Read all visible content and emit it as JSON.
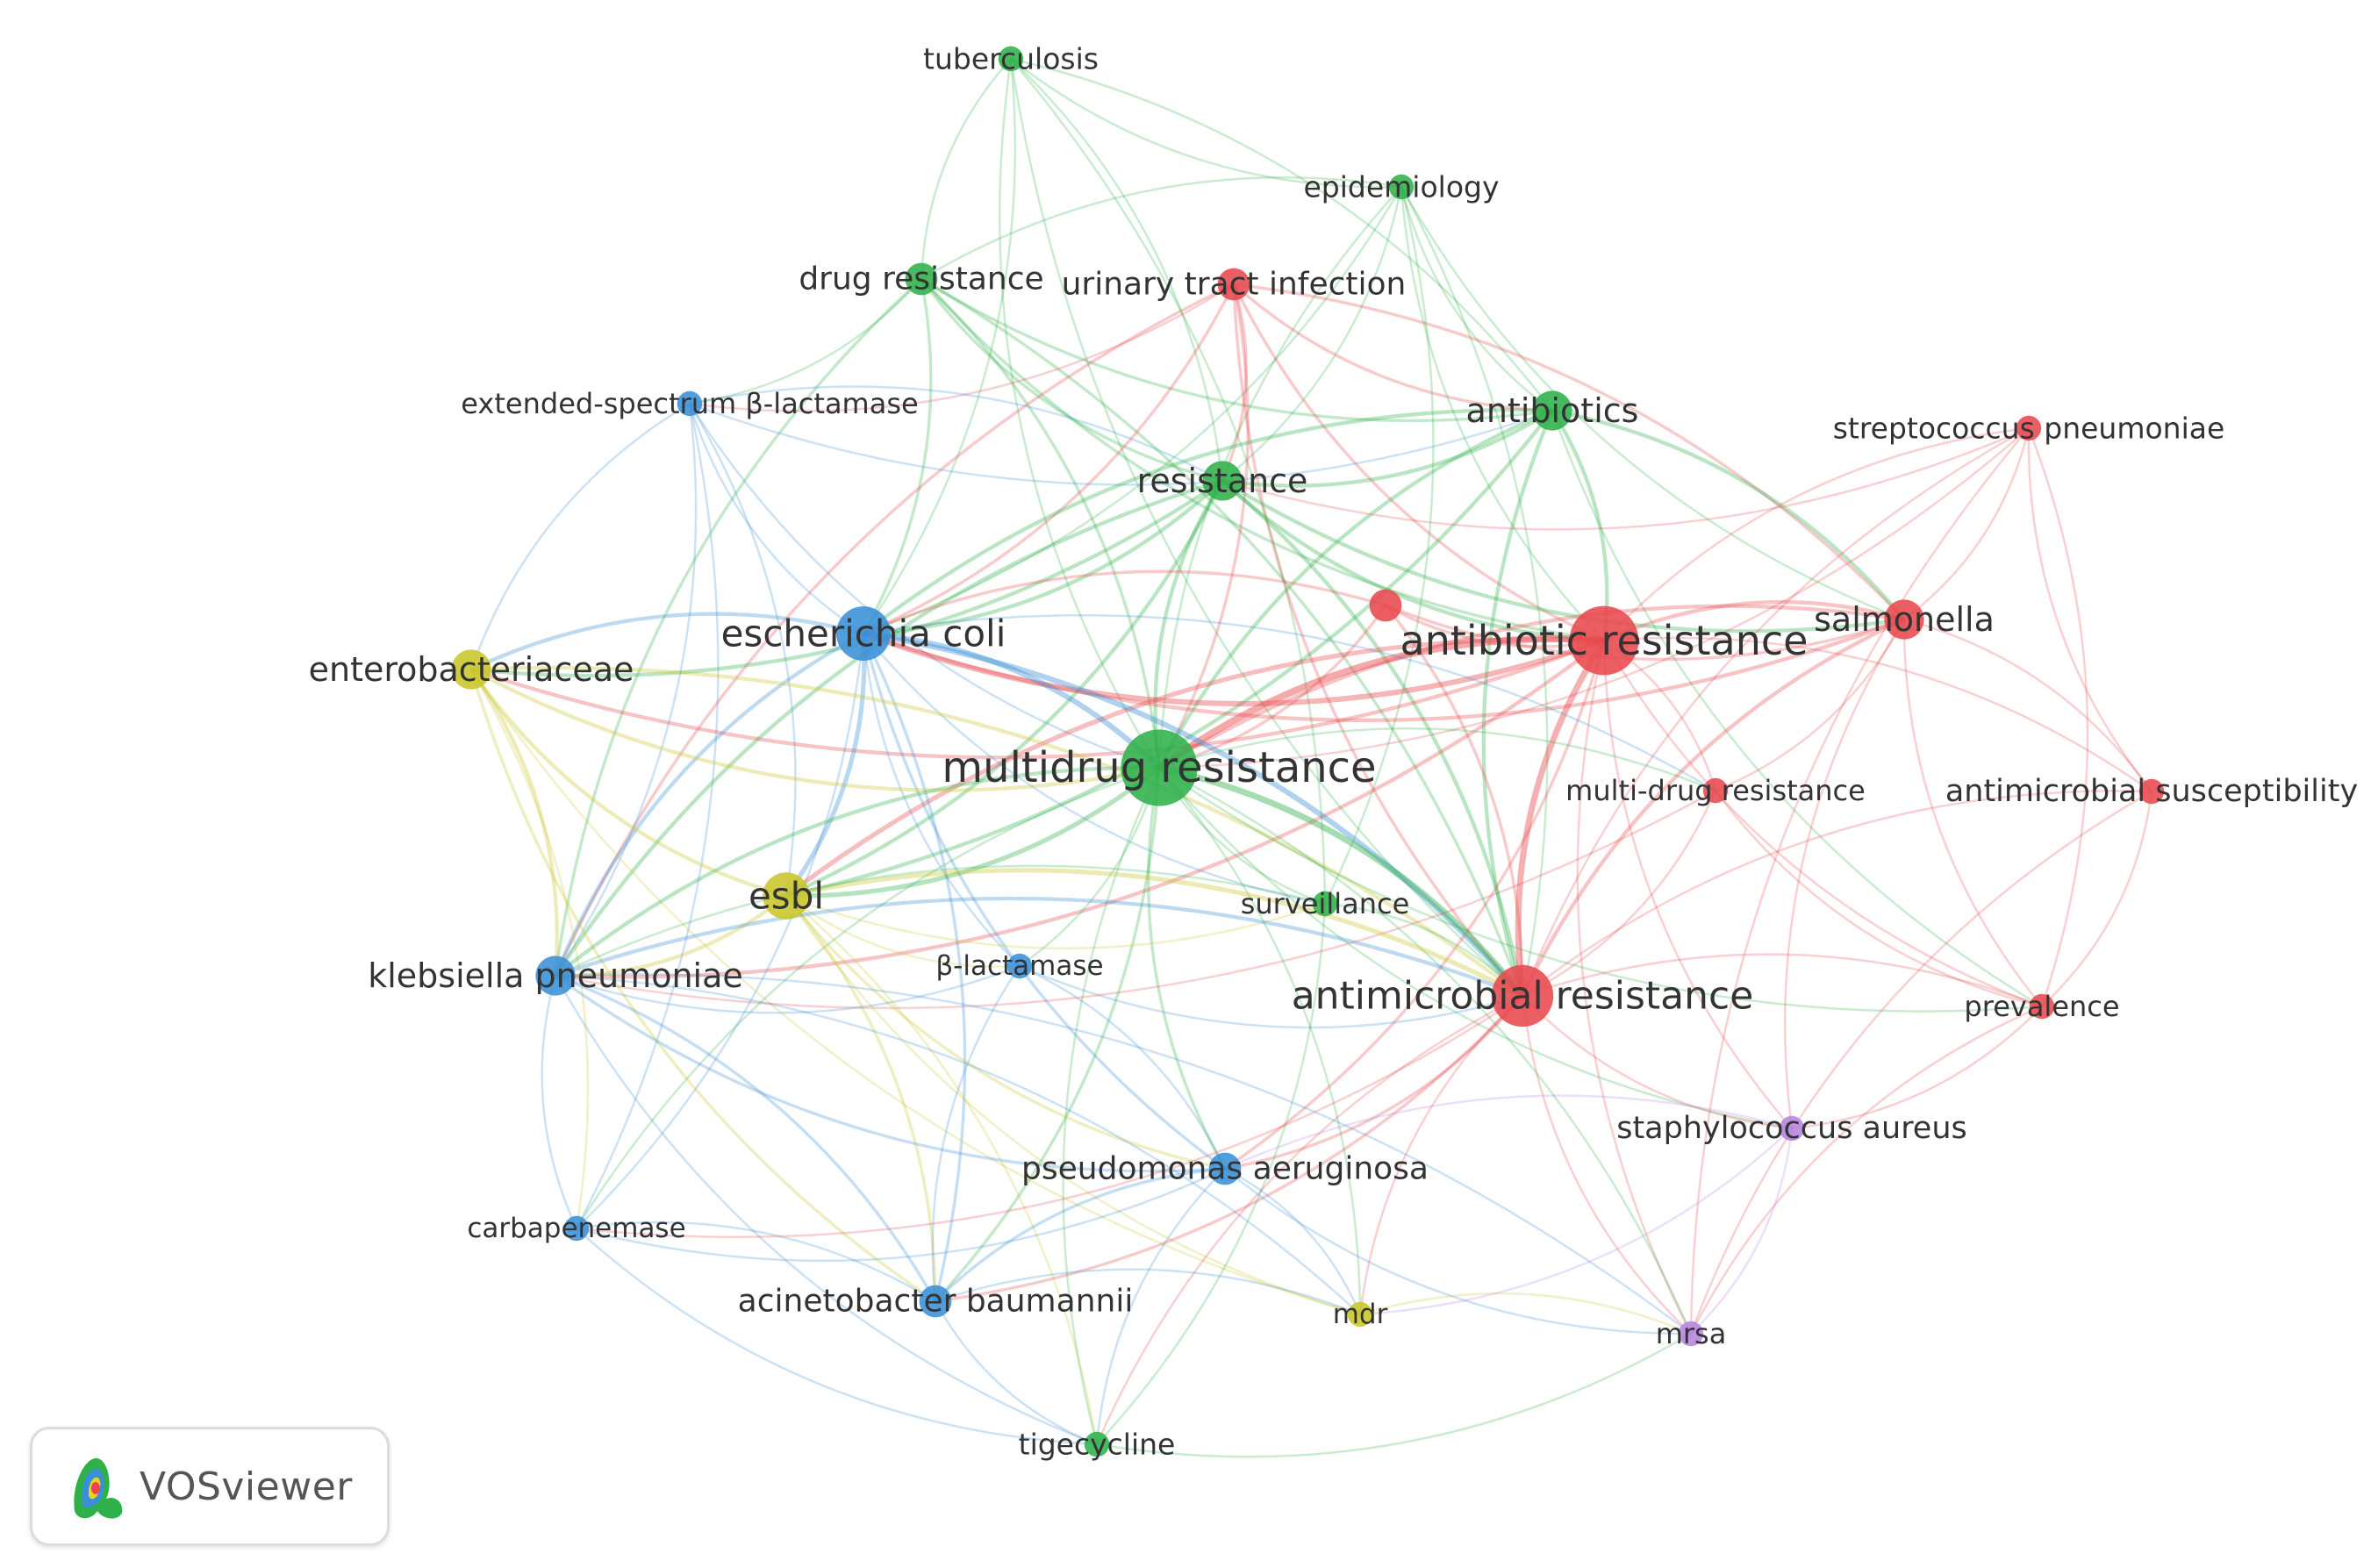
{
  "brand": {
    "name": "VOSviewer"
  },
  "clusters": {
    "red": "#e8484d",
    "green": "#2fb14a",
    "blue": "#3a8fd6",
    "yellow": "#c9c62a",
    "purple": "#b684e0"
  },
  "nodes": [
    {
      "id": "tuberculosis",
      "label": "tuberculosis",
      "cluster": "green",
      "weight": 1
    },
    {
      "id": "epidemiology",
      "label": "epidemiology",
      "cluster": "green",
      "weight": 1
    },
    {
      "id": "drug_resistance",
      "label": "drug resistance",
      "cluster": "green",
      "weight": 2
    },
    {
      "id": "uti",
      "label": "urinary tract infection",
      "cluster": "red",
      "weight": 2
    },
    {
      "id": "esbl_full",
      "label": "extended-spectrum β-lactamase",
      "cluster": "blue",
      "weight": 1
    },
    {
      "id": "antibiotics",
      "label": "antibiotics",
      "cluster": "green",
      "weight": 3
    },
    {
      "id": "strep",
      "label": "streptococcus pneumoniae",
      "cluster": "red",
      "weight": 1
    },
    {
      "id": "resistance",
      "label": "resistance",
      "cluster": "green",
      "weight": 3
    },
    {
      "id": "unlabeled_red",
      "label": "",
      "cluster": "red",
      "weight": 2
    },
    {
      "id": "antibiotic_resistance",
      "label": "antibiotic resistance",
      "cluster": "red",
      "weight": 7
    },
    {
      "id": "salmonella",
      "label": "salmonella",
      "cluster": "red",
      "weight": 3
    },
    {
      "id": "ecoli",
      "label": "escherichia coli",
      "cluster": "blue",
      "weight": 5
    },
    {
      "id": "enterobacteriaceae",
      "label": "enterobacteriaceae",
      "cluster": "yellow",
      "weight": 3
    },
    {
      "id": "mdr_main",
      "label": "multidrug resistance",
      "cluster": "green",
      "weight": 8
    },
    {
      "id": "multi_drug",
      "label": "multi-drug resistance",
      "cluster": "red",
      "weight": 1
    },
    {
      "id": "antimicrobial_susc",
      "label": "antimicrobial susceptibility",
      "cluster": "red",
      "weight": 1
    },
    {
      "id": "esbl",
      "label": "esbl",
      "cluster": "yellow",
      "weight": 4
    },
    {
      "id": "surveillance",
      "label": "surveillance",
      "cluster": "green",
      "weight": 1
    },
    {
      "id": "klebsiella",
      "label": "klebsiella pneumoniae",
      "cluster": "blue",
      "weight": 3
    },
    {
      "id": "blactamase",
      "label": "β-lactamase",
      "cluster": "blue",
      "weight": 1
    },
    {
      "id": "amr",
      "label": "antimicrobial resistance",
      "cluster": "red",
      "weight": 6
    },
    {
      "id": "prevalence",
      "label": "prevalence",
      "cluster": "red",
      "weight": 1
    },
    {
      "id": "saureus",
      "label": "staphylococcus aureus",
      "cluster": "purple",
      "weight": 1
    },
    {
      "id": "pseudomonas",
      "label": "pseudomonas aeruginosa",
      "cluster": "blue",
      "weight": 2
    },
    {
      "id": "carbapenemase",
      "label": "carbapenemase",
      "cluster": "blue",
      "weight": 1
    },
    {
      "id": "acinetobacter",
      "label": "acinetobacter baumannii",
      "cluster": "blue",
      "weight": 2
    },
    {
      "id": "mdr",
      "label": "mdr",
      "cluster": "yellow",
      "weight": 1
    },
    {
      "id": "mrsa",
      "label": "mrsa",
      "cluster": "purple",
      "weight": 1
    },
    {
      "id": "tigecycline",
      "label": "tigecycline",
      "cluster": "green",
      "weight": 1
    }
  ],
  "links": [
    [
      "tuberculosis",
      "drug_resistance"
    ],
    [
      "tuberculosis",
      "resistance"
    ],
    [
      "tuberculosis",
      "mdr_main"
    ],
    [
      "tuberculosis",
      "antibiotics"
    ],
    [
      "tuberculosis",
      "epidemiology"
    ],
    [
      "tuberculosis",
      "surveillance"
    ],
    [
      "tuberculosis",
      "amr"
    ],
    [
      "tuberculosis",
      "ecoli"
    ],
    [
      "epidemiology",
      "antibiotics"
    ],
    [
      "epidemiology",
      "resistance"
    ],
    [
      "epidemiology",
      "mdr_main"
    ],
    [
      "epidemiology",
      "amr"
    ],
    [
      "epidemiology",
      "antibiotic_resistance"
    ],
    [
      "epidemiology",
      "surveillance"
    ],
    [
      "epidemiology",
      "salmonella"
    ],
    [
      "epidemiology",
      "ecoli"
    ],
    [
      "epidemiology",
      "drug_resistance"
    ],
    [
      "drug_resistance",
      "ecoli"
    ],
    [
      "drug_resistance",
      "resistance"
    ],
    [
      "drug_resistance",
      "mdr_main"
    ],
    [
      "drug_resistance",
      "antibiotics"
    ],
    [
      "drug_resistance",
      "esbl_full"
    ],
    [
      "drug_resistance",
      "klebsiella"
    ],
    [
      "drug_resistance",
      "amr"
    ],
    [
      "drug_resistance",
      "antibiotic_resistance"
    ],
    [
      "uti",
      "ecoli"
    ],
    [
      "uti",
      "antibiotic_resistance"
    ],
    [
      "uti",
      "mdr_main"
    ],
    [
      "uti",
      "amr"
    ],
    [
      "uti",
      "resistance"
    ],
    [
      "uti",
      "antibiotics"
    ],
    [
      "uti",
      "esbl_full"
    ],
    [
      "uti",
      "klebsiella"
    ],
    [
      "uti",
      "salmonella"
    ],
    [
      "esbl_full",
      "ecoli"
    ],
    [
      "esbl_full",
      "klebsiella"
    ],
    [
      "esbl_full",
      "enterobacteriaceae"
    ],
    [
      "esbl_full",
      "esbl"
    ],
    [
      "esbl_full",
      "mdr_main"
    ],
    [
      "esbl_full",
      "resistance"
    ],
    [
      "esbl_full",
      "antibiotics"
    ],
    [
      "esbl_full",
      "carbapenemase"
    ],
    [
      "antibiotics",
      "mdr_main"
    ],
    [
      "antibiotics",
      "antibiotic_resistance"
    ],
    [
      "antibiotics",
      "amr"
    ],
    [
      "antibiotics",
      "resistance"
    ],
    [
      "antibiotics",
      "ecoli"
    ],
    [
      "antibiotics",
      "salmonella"
    ],
    [
      "antibiotics",
      "prevalence"
    ],
    [
      "antibiotics",
      "esbl"
    ],
    [
      "strep",
      "antibiotic_resistance"
    ],
    [
      "strep",
      "salmonella"
    ],
    [
      "strep",
      "amr"
    ],
    [
      "strep",
      "prevalence"
    ],
    [
      "strep",
      "antimicrobial_susc"
    ],
    [
      "strep",
      "mdr_main"
    ],
    [
      "strep",
      "mrsa"
    ],
    [
      "strep",
      "resistance"
    ],
    [
      "resistance",
      "mdr_main"
    ],
    [
      "resistance",
      "ecoli"
    ],
    [
      "resistance",
      "antibiotic_resistance"
    ],
    [
      "resistance",
      "amr"
    ],
    [
      "resistance",
      "klebsiella"
    ],
    [
      "resistance",
      "esbl"
    ],
    [
      "resistance",
      "salmonella"
    ],
    [
      "resistance",
      "enterobacteriaceae"
    ],
    [
      "unlabeled_red",
      "antibiotic_resistance"
    ],
    [
      "unlabeled_red",
      "mdr_main"
    ],
    [
      "unlabeled_red",
      "ecoli"
    ],
    [
      "unlabeled_red",
      "amr"
    ],
    [
      "unlabeled_red",
      "salmonella"
    ],
    [
      "antibiotic_resistance",
      "salmonella"
    ],
    [
      "antibiotic_resistance",
      "mdr_main"
    ],
    [
      "antibiotic_resistance",
      "ecoli"
    ],
    [
      "antibiotic_resistance",
      "amr"
    ],
    [
      "antibiotic_resistance",
      "multi_drug"
    ],
    [
      "antibiotic_resistance",
      "prevalence"
    ],
    [
      "antibiotic_resistance",
      "antimicrobial_susc"
    ],
    [
      "antibiotic_resistance",
      "saureus"
    ],
    [
      "antibiotic_resistance",
      "klebsiella"
    ],
    [
      "antibiotic_resistance",
      "esbl"
    ],
    [
      "antibiotic_resistance",
      "pseudomonas"
    ],
    [
      "antibiotic_resistance",
      "mrsa"
    ],
    [
      "antibiotic_resistance",
      "enterobacteriaceae"
    ],
    [
      "salmonella",
      "amr"
    ],
    [
      "salmonella",
      "multi_drug"
    ],
    [
      "salmonella",
      "prevalence"
    ],
    [
      "salmonella",
      "antimicrobial_susc"
    ],
    [
      "salmonella",
      "mdr_main"
    ],
    [
      "salmonella",
      "ecoli"
    ],
    [
      "salmonella",
      "saureus"
    ],
    [
      "ecoli",
      "mdr_main"
    ],
    [
      "ecoli",
      "klebsiella"
    ],
    [
      "ecoli",
      "esbl"
    ],
    [
      "ecoli",
      "enterobacteriaceae"
    ],
    [
      "ecoli",
      "amr"
    ],
    [
      "ecoli",
      "pseudomonas"
    ],
    [
      "ecoli",
      "acinetobacter"
    ],
    [
      "ecoli",
      "blactamase"
    ],
    [
      "ecoli",
      "carbapenemase"
    ],
    [
      "ecoli",
      "surveillance"
    ],
    [
      "ecoli",
      "multi_drug"
    ],
    [
      "enterobacteriaceae",
      "esbl"
    ],
    [
      "enterobacteriaceae",
      "klebsiella"
    ],
    [
      "enterobacteriaceae",
      "mdr_main"
    ],
    [
      "enterobacteriaceae",
      "carbapenemase"
    ],
    [
      "enterobacteriaceae",
      "acinetobacter"
    ],
    [
      "enterobacteriaceae",
      "amr"
    ],
    [
      "enterobacteriaceae",
      "mdr"
    ],
    [
      "mdr_main",
      "esbl"
    ],
    [
      "mdr_main",
      "klebsiella"
    ],
    [
      "mdr_main",
      "amr"
    ],
    [
      "mdr_main",
      "pseudomonas"
    ],
    [
      "mdr_main",
      "acinetobacter"
    ],
    [
      "mdr_main",
      "surveillance"
    ],
    [
      "mdr_main",
      "blactamase"
    ],
    [
      "mdr_main",
      "tigecycline"
    ],
    [
      "mdr_main",
      "multi_drug"
    ],
    [
      "mdr_main",
      "saureus"
    ],
    [
      "mdr_main",
      "mrsa"
    ],
    [
      "mdr_main",
      "prevalence"
    ],
    [
      "mdr_main",
      "mdr"
    ],
    [
      "mdr_main",
      "carbapenemase"
    ],
    [
      "multi_drug",
      "amr"
    ],
    [
      "multi_drug",
      "prevalence"
    ],
    [
      "multi_drug",
      "klebsiella"
    ],
    [
      "antimicrobial_susc",
      "amr"
    ],
    [
      "antimicrobial_susc",
      "prevalence"
    ],
    [
      "antimicrobial_susc",
      "mrsa"
    ],
    [
      "esbl",
      "klebsiella"
    ],
    [
      "esbl",
      "blactamase"
    ],
    [
      "esbl",
      "amr"
    ],
    [
      "esbl",
      "mdr"
    ],
    [
      "esbl",
      "acinetobacter"
    ],
    [
      "esbl",
      "pseudomonas"
    ],
    [
      "esbl",
      "tigecycline"
    ],
    [
      "esbl",
      "surveillance"
    ],
    [
      "surveillance",
      "amr"
    ],
    [
      "surveillance",
      "klebsiella"
    ],
    [
      "surveillance",
      "tigecycline"
    ],
    [
      "klebsiella",
      "carbapenemase"
    ],
    [
      "klebsiella",
      "acinetobacter"
    ],
    [
      "klebsiella",
      "pseudomonas"
    ],
    [
      "klebsiella",
      "amr"
    ],
    [
      "klebsiella",
      "blactamase"
    ],
    [
      "klebsiella",
      "mdr"
    ],
    [
      "klebsiella",
      "tigecycline"
    ],
    [
      "klebsiella",
      "mrsa"
    ],
    [
      "blactamase",
      "amr"
    ],
    [
      "blactamase",
      "pseudomonas"
    ],
    [
      "blactamase",
      "acinetobacter"
    ],
    [
      "amr",
      "prevalence"
    ],
    [
      "amr",
      "saureus"
    ],
    [
      "amr",
      "pseudomonas"
    ],
    [
      "amr",
      "mrsa"
    ],
    [
      "amr",
      "acinetobacter"
    ],
    [
      "amr",
      "mdr"
    ],
    [
      "amr",
      "carbapenemase"
    ],
    [
      "amr",
      "tigecycline"
    ],
    [
      "prevalence",
      "saureus"
    ],
    [
      "prevalence",
      "mrsa"
    ],
    [
      "saureus",
      "mrsa"
    ],
    [
      "saureus",
      "pseudomonas"
    ],
    [
      "saureus",
      "mdr"
    ],
    [
      "pseudomonas",
      "acinetobacter"
    ],
    [
      "pseudomonas",
      "mdr"
    ],
    [
      "pseudomonas",
      "tigecycline"
    ],
    [
      "pseudomonas",
      "carbapenemase"
    ],
    [
      "pseudomonas",
      "mrsa"
    ],
    [
      "carbapenemase",
      "acinetobacter"
    ],
    [
      "carbapenemase",
      "tigecycline"
    ],
    [
      "acinetobacter",
      "mdr"
    ],
    [
      "acinetobacter",
      "tigecycline"
    ],
    [
      "mdr",
      "mrsa"
    ],
    [
      "tigecycline",
      "mrsa"
    ]
  ]
}
